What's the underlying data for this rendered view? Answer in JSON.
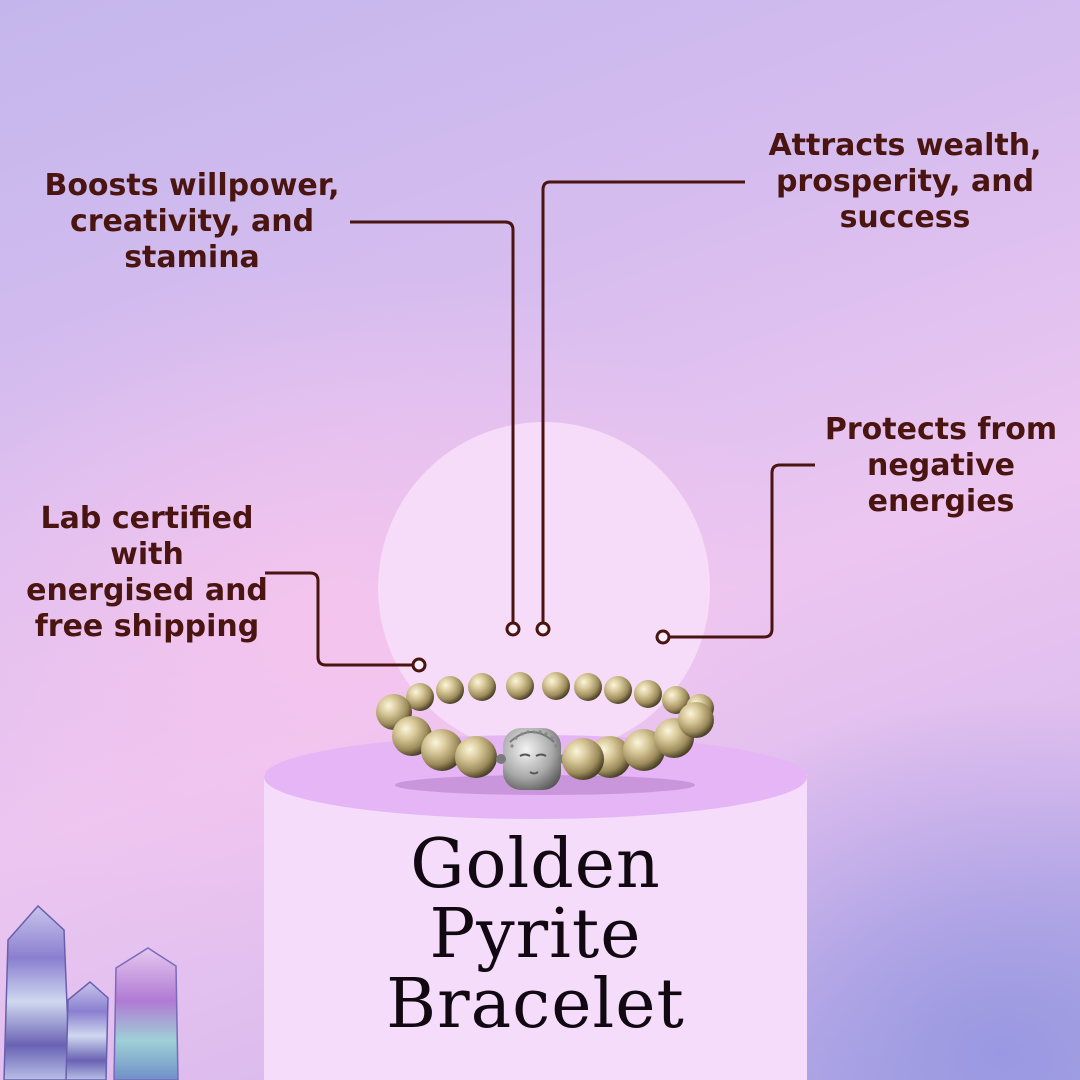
{
  "callouts": {
    "willpower": [
      "Boosts willpower,",
      "creativity, and",
      "stamina"
    ],
    "wealth": [
      "Attracts wealth,",
      "prosperity, and",
      "success"
    ],
    "protection": [
      "Protects from",
      "negative",
      "energies"
    ],
    "certified": [
      "Lab certified",
      "with",
      "energised and",
      "free shipping"
    ]
  },
  "product": {
    "title_lines": [
      "Golden",
      "Pyrite",
      "Bracelet"
    ]
  },
  "colors": {
    "text": "#4a1410",
    "line": "#4a1410",
    "pedestal": "#f5dcfb",
    "pedestal_top": "#e5b5f6",
    "halo": "#f6dcf8",
    "bead": "#c9b98a"
  }
}
